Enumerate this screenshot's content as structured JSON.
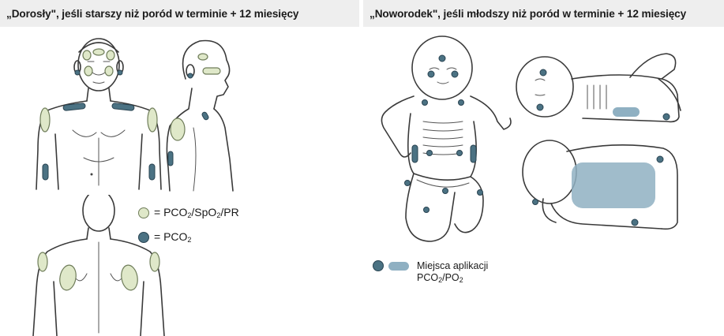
{
  "colors": {
    "header_bg": "#eeeeee",
    "sensor_green_fill": "#dfe8c9",
    "sensor_green_stroke": "#6f7d5a",
    "sensor_blue_fill": "#4b7283",
    "sensor_blue_stroke": "#2a4452",
    "shade_blue": "#8fb0c2"
  },
  "left_panel": {
    "title": "„Dorosły\", jeśli starszy niż poród w terminie + 12 miesięcy",
    "legend": {
      "green_label_prefix": "= PCO",
      "green_sub_1": "2",
      "green_label_mid": "/SpO",
      "green_sub_2": "2",
      "green_label_suffix": "/PR",
      "blue_label_prefix": "= PCO",
      "blue_sub": "2"
    }
  },
  "right_panel": {
    "title": "„Noworodek\", jeśli młodszy niż poród w terminie + 12 miesięcy",
    "legend": {
      "line1": "Miejsca aplikacji",
      "line2_prefix": "PCO",
      "line2_sub1": "2",
      "line2_mid": "/PO",
      "line2_sub2": "2"
    }
  }
}
